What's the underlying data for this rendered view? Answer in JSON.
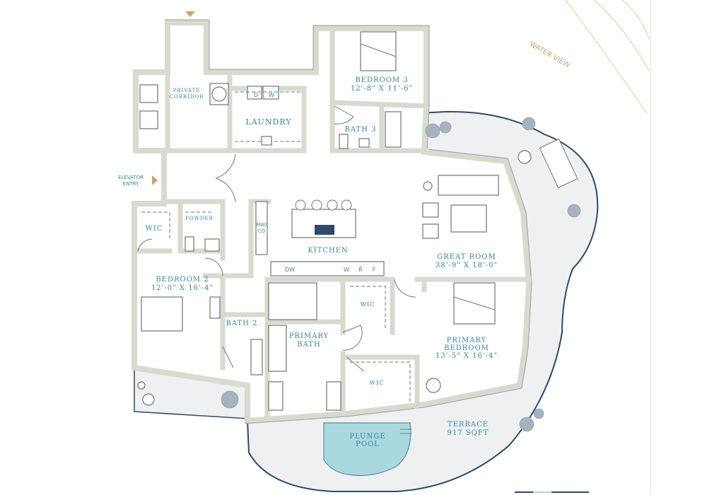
{
  "colors": {
    "label": "#3d8494",
    "wall": "#d8d9cf",
    "terrace": "#eef0f1",
    "outline": "#2f4a66",
    "pool": "#a9d8df",
    "arrow": "#c9a27a"
  },
  "annotations": {
    "water_view": "WATER VIEW",
    "elevator_entry": [
      "ELEVATOR",
      "ENTRY"
    ]
  },
  "rooms": {
    "private_corridor": [
      "PRIVATE",
      "CORRIDOR"
    ],
    "laundry": "LAUNDRY",
    "dryer": "D",
    "washer": "W",
    "bedroom3": {
      "name": "BEDROOM 3",
      "dims": "12'-8\" X 11'-6\""
    },
    "bath3": "BATH 3",
    "wic_bedroom2": "WIC",
    "powder": "POWDER",
    "mwco": [
      "MW/",
      "CO"
    ],
    "kitchen": "KITCHEN",
    "appliances": {
      "dw": "DW",
      "w": "W",
      "r": "R",
      "f": "F"
    },
    "great_room": {
      "name": "GREAT ROOM",
      "dims": "38'-9\" X 18'-0\""
    },
    "bedroom2": {
      "name": "BEDROOM 2",
      "dims": "12'-0\" X 16'-4\""
    },
    "bath2": "BATH 2",
    "wic_primary1": "WIC",
    "wic_primary2": "WIC",
    "primary_bath": [
      "PRIMARY",
      "BATH"
    ],
    "primary_bedroom": {
      "name": [
        "PRIMARY",
        "BEDROOM"
      ],
      "dims": "13'-5\" X 16'-4\""
    },
    "terrace": {
      "name": "TERRACE",
      "area": "917 SQFT"
    },
    "plunge_pool": [
      "PLUNGE",
      "POOL"
    ]
  }
}
